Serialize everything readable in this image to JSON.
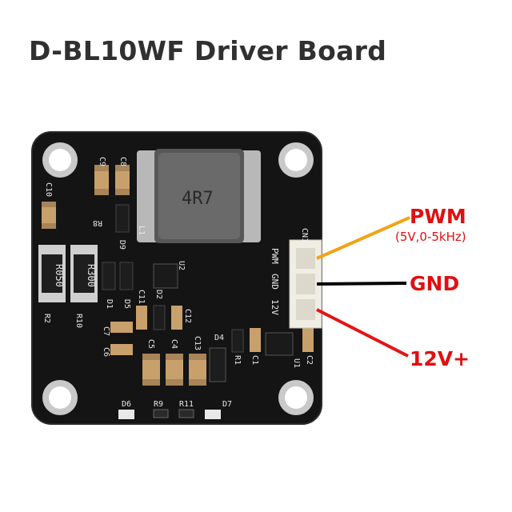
{
  "title": "D-BL10WF Driver Board",
  "labels": {
    "pwm": "PWM",
    "pwm_sub": "(5V,0-5kHz)",
    "gnd": "GND",
    "v12": "12V+"
  },
  "silkscreen": {
    "inductor": "4R7",
    "r050": "R050",
    "r300": "R300",
    "connector": "CN1",
    "pin_pwm": "PWM",
    "pin_gnd": "GND",
    "pin_12v": "12V",
    "refs": {
      "c9": "C9",
      "c8": "C8",
      "c10": "C10",
      "r8": "R8",
      "l1": "L1",
      "d9": "D9",
      "r2": "R2",
      "r10": "R10",
      "d1": "D1",
      "d5": "D5",
      "u2": "U2",
      "c11": "C11",
      "d2": "D2",
      "c12": "C12",
      "c7": "C7",
      "c6": "C6",
      "c5": "C5",
      "c4": "C4",
      "c13": "C13",
      "d4": "D4",
      "r1": "R1",
      "c1": "C1",
      "u1": "U1",
      "c2": "C2",
      "d6": "D6",
      "r9": "R9",
      "r11": "R11",
      "d7": "D7"
    }
  },
  "colors": {
    "pwm_wire": "#f0a418",
    "gnd_wire": "#000000",
    "v12_wire": "#e51414",
    "label": "#e01010",
    "board": "#151515"
  }
}
